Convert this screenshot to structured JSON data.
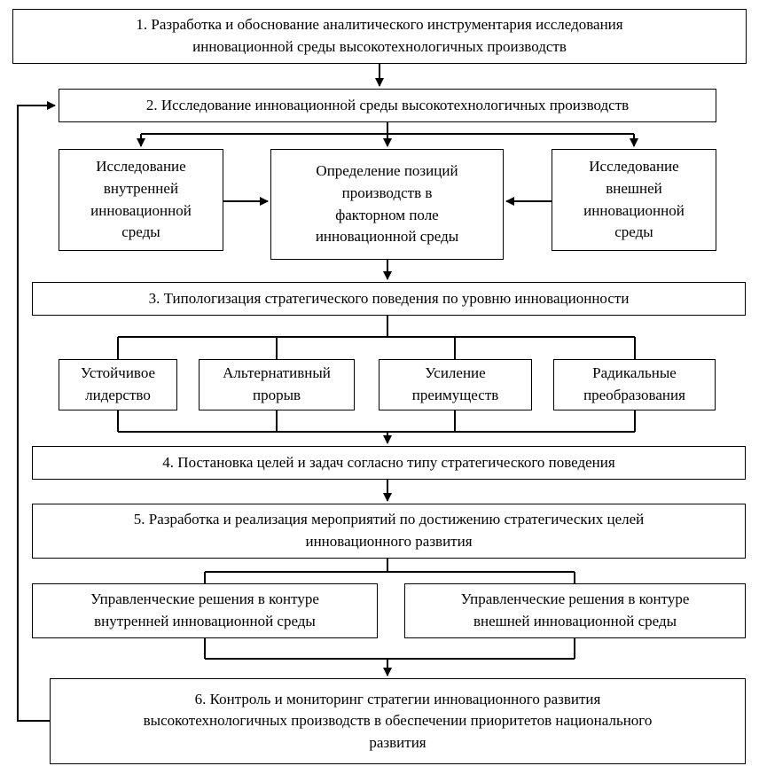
{
  "diagram_type": "flowchart",
  "language": "ru",
  "colors": {
    "border": "#000000",
    "background": "#ffffff",
    "text": "#000000",
    "line": "#000000"
  },
  "boxes": {
    "step1": "1. Разработка и обоснование аналитического инструментария исследования\nинновационной среды высокотехнологичных производств",
    "step2": "2. Исследование инновационной среды высокотехнологичных производств",
    "internal_env": "Исследование\nвнутренней\nинновационной\nсреды",
    "factor_field": "Определение позиций\nпроизводств в\nфакторном поле\nинновационной среды",
    "external_env": "Исследование\nвнешней\nинновационной\nсреды",
    "step3": "3. Типологизация стратегического поведения по уровню инновационности",
    "type1": "Устойчивое\nлидерство",
    "type2": "Альтернативный\nпрорыв",
    "type3": "Усиление\nпреимуществ",
    "type4": "Радикальные\nпреобразования",
    "step4": "4. Постановка целей и задач согласно типу стратегического поведения",
    "step5": "5. Разработка и реализация мероприятий по достижению стратегических целей\nинновационного развития",
    "decisions_internal": "Управленческие решения в контуре\nвнутренней инновационной среды",
    "decisions_external": "Управленческие решения в контуре\nвнешней инновационной среды",
    "step6": "6. Контроль и мониторинг стратегии инновационного развития\nвысокотехнологичных производств в обеспечении приоритетов национального\nразвития"
  }
}
